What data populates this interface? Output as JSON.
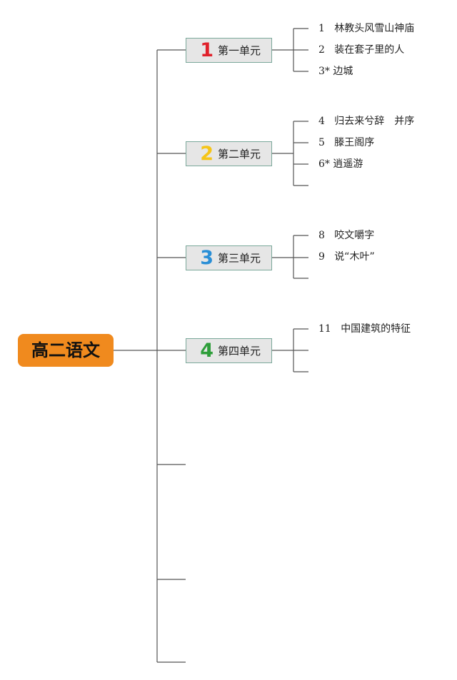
{
  "root": {
    "label": "高二语文",
    "color": "#f08a1e"
  },
  "units": [
    {
      "number": "1",
      "label": "第一单元",
      "color": "#e0212b",
      "items": [
        {
          "num": "1",
          "title": "林教头风雪山神庙"
        },
        {
          "num": "2",
          "title": "装在套子里的人"
        },
        {
          "num": "3*",
          "title": "边城"
        }
      ]
    },
    {
      "number": "2",
      "label": "第二单元",
      "color": "#f5c518",
      "items": [
        {
          "num": "4",
          "title": "归去来兮辞　并序"
        },
        {
          "num": "5",
          "title": "滕王阁序"
        },
        {
          "num": "6*",
          "title": "逍遥游"
        }
      ]
    },
    {
      "number": "3",
      "label": "第三单元",
      "color": "#2a8fd6",
      "items": [
        {
          "num": "8",
          "title": "咬文嚼字"
        },
        {
          "num": "9",
          "title": "说“木叶”"
        }
      ]
    },
    {
      "number": "4",
      "label": "第四单元",
      "color": "#2e9e3a",
      "items": [
        {
          "num": "11",
          "title": "中国建筑的特征"
        }
      ]
    }
  ]
}
